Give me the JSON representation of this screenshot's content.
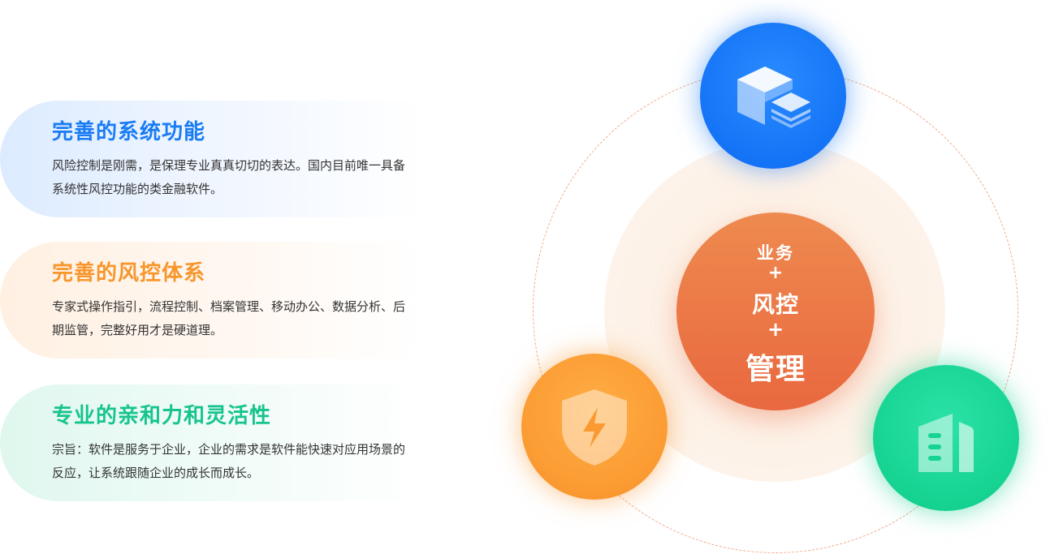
{
  "features": [
    {
      "title": "完善的系统功能",
      "desc": "风险控制是刚需，是保理专业真真切切的表达。国内目前唯一具备系统性风控功能的类金融软件。",
      "color": "#1a7cf5"
    },
    {
      "title": "完善的风控体系",
      "desc": "专家式操作指引，流程控制、档案管理、移动办公、数据分析、后期监管，完整好用才是硬道理。",
      "color": "#f7962c"
    },
    {
      "title": "专业的亲和力和灵活性",
      "desc": "宗旨：软件是服务于企业，企业的需求是软件能快速对应用场景的反应，让系统跟随企业的成长而成长。",
      "color": "#17c48e"
    }
  ],
  "diagram": {
    "center_line1": "业务",
    "plus1": "+",
    "center_line2": "风控",
    "plus2": "+",
    "center_line3": "管理",
    "core_color": "#e9683f",
    "nodes": [
      {
        "icon": "stacked-blocks-icon",
        "color": "#1474f6"
      },
      {
        "icon": "lightning-shield-icon",
        "color": "#fb9a32"
      },
      {
        "icon": "building-icon",
        "color": "#16d392"
      }
    ]
  }
}
